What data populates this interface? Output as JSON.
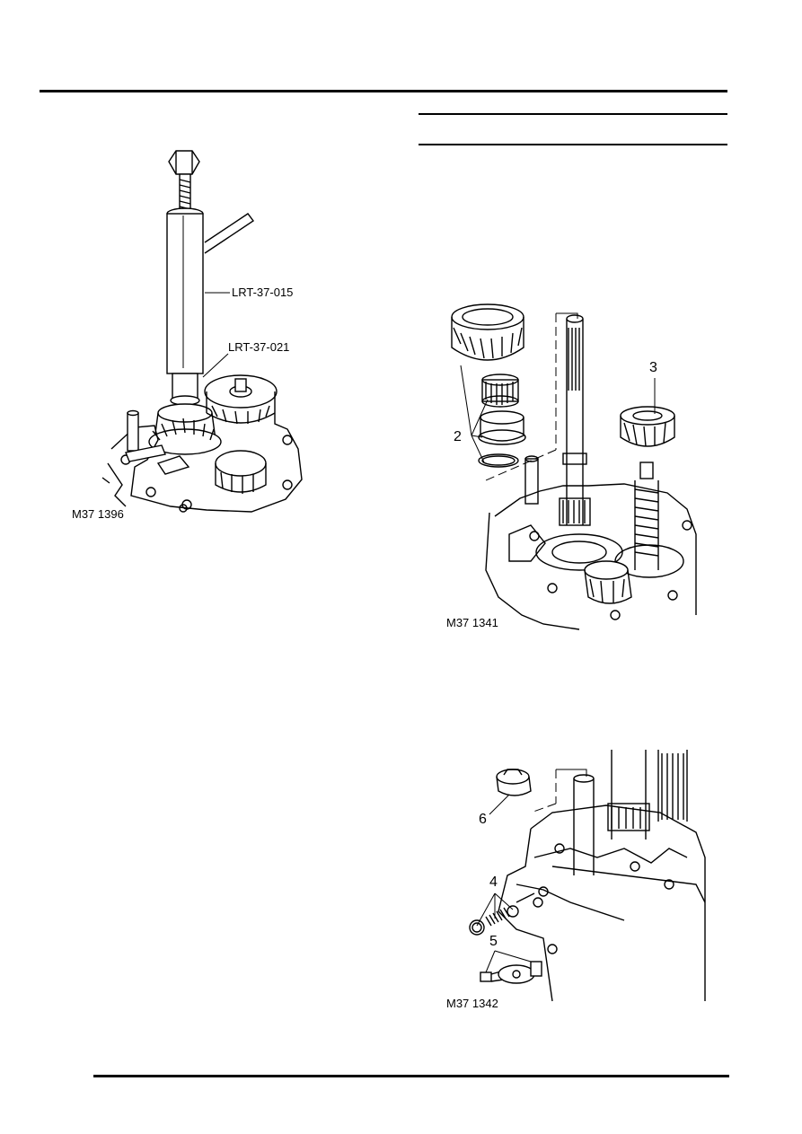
{
  "figure_1": {
    "ref": "M37 1396",
    "tool_labels": [
      "LRT-37-015",
      "LRT-37-021"
    ]
  },
  "figure_2": {
    "ref": "M37 1341",
    "callouts": [
      "2",
      "3"
    ]
  },
  "figure_3": {
    "ref": "M37 1342",
    "callouts": [
      "4",
      "5",
      "6"
    ]
  }
}
